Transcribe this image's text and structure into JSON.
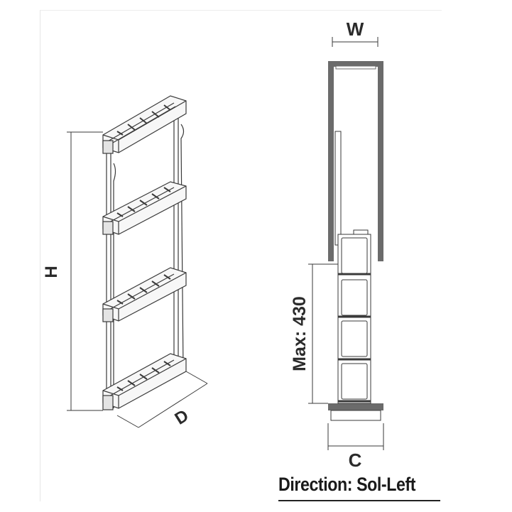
{
  "labels": {
    "width": "W",
    "height": "H",
    "depth": "D",
    "max_extension": "Max: 430",
    "cabinet_opening": "C"
  },
  "footer": {
    "direction": "Direction: Sol-Left"
  },
  "colors": {
    "line": "#3a3a3a",
    "cabinet_wall": "#6b6b6b",
    "background": "#ffffff",
    "text": "#1a1a1a"
  }
}
